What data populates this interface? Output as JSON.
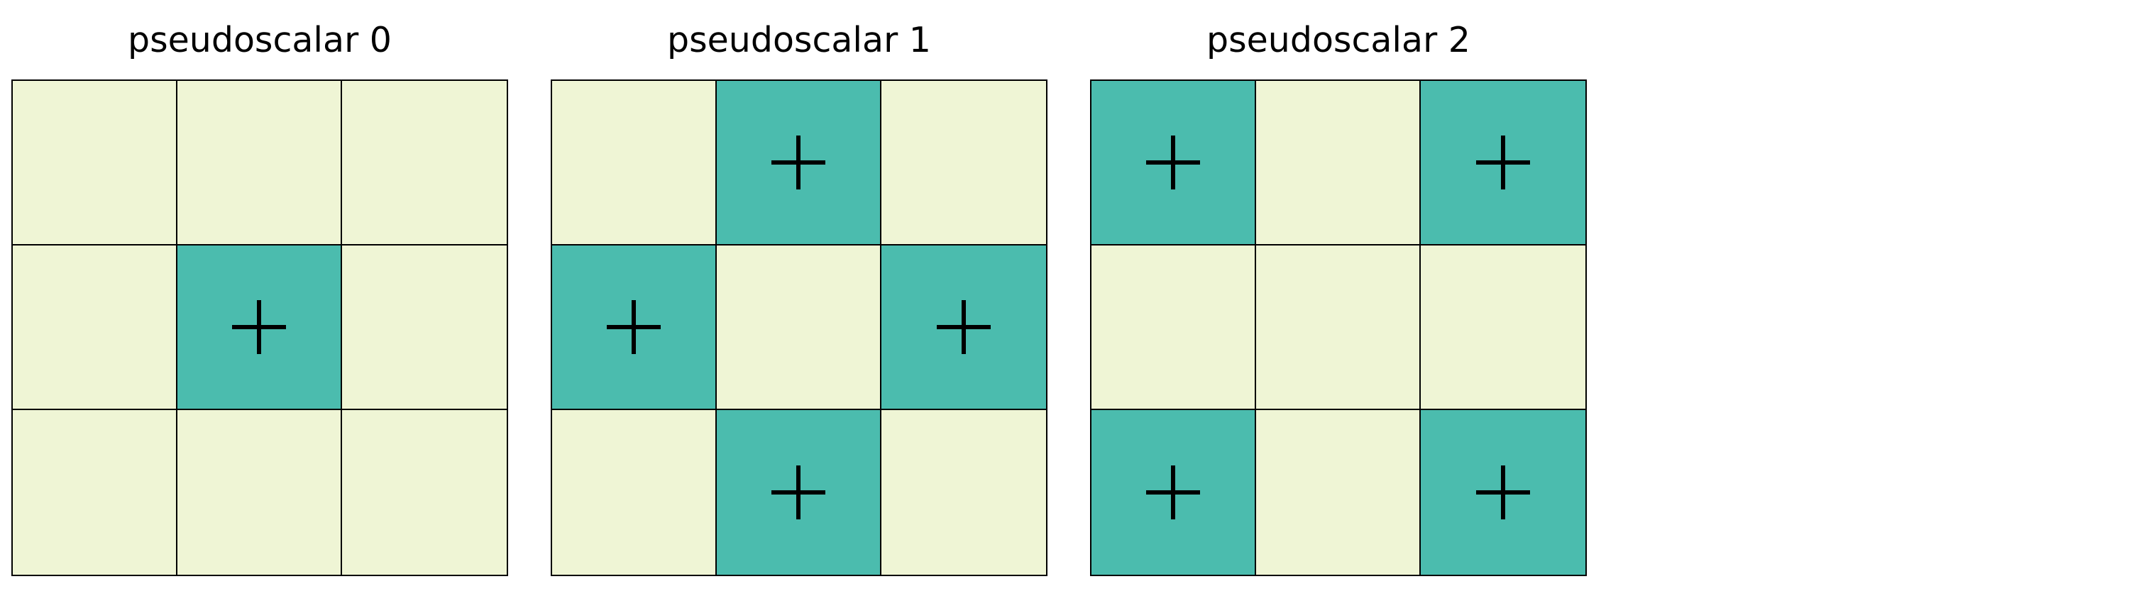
{
  "colors": {
    "empty_cell": "#eff5d5",
    "filled_cell": "#4bbcae",
    "border": "#000000",
    "text": "#000000"
  },
  "panels": [
    {
      "title": "pseudoscalar 0",
      "cells": [
        [
          "",
          "",
          ""
        ],
        [
          "",
          "+",
          ""
        ],
        [
          "",
          "",
          ""
        ]
      ]
    },
    {
      "title": "pseudoscalar 1",
      "cells": [
        [
          "",
          "+",
          ""
        ],
        [
          "+",
          "",
          "+"
        ],
        [
          "",
          "+",
          ""
        ]
      ]
    },
    {
      "title": "pseudoscalar 2",
      "cells": [
        [
          "+",
          "",
          "+"
        ],
        [
          "",
          "",
          ""
        ],
        [
          "+",
          "",
          "+"
        ]
      ]
    }
  ]
}
